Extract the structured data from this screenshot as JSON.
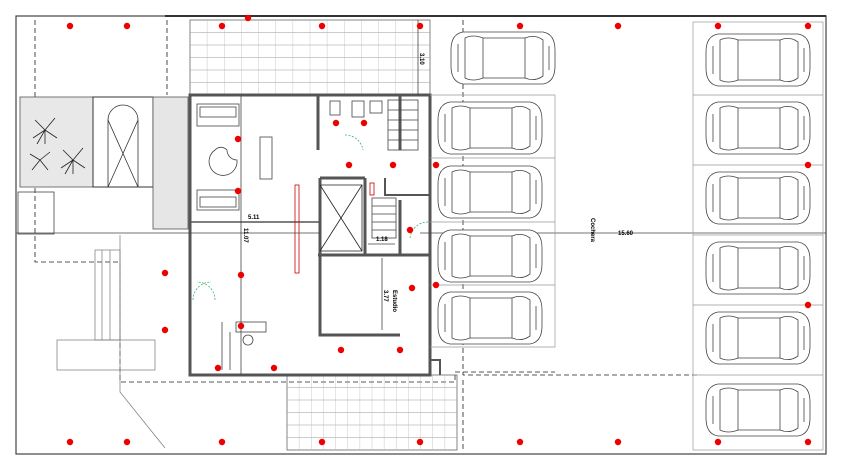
{
  "plan": {
    "dimensions": {
      "top_stair": "3.10",
      "living_width": "5.11",
      "living_depth": "11.07",
      "stair_width": "1.18",
      "room_depth": "3.77",
      "garage_length": "15.60"
    },
    "labels": {
      "garage": "Cochera",
      "room": "Estudio"
    },
    "colors": {
      "wall": "#555555",
      "light_point": "#ee0000",
      "door_swing": "#22aa55",
      "line": "#444444"
    }
  }
}
